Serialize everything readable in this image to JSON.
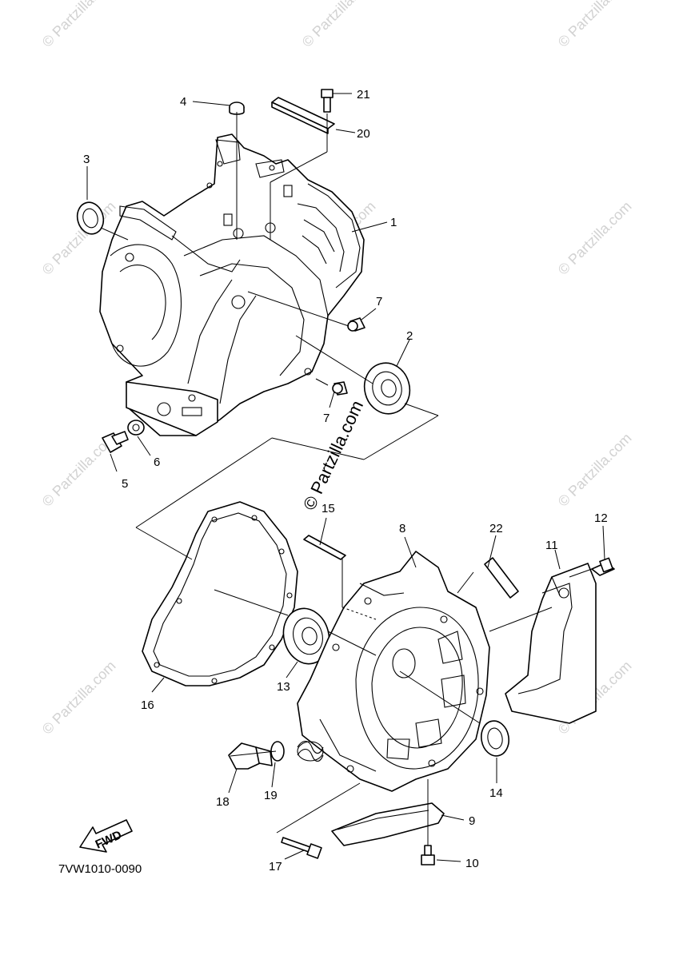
{
  "diagram_code": "7VW1010-0090",
  "watermark_text": "© Partzilla.com",
  "direction_badge": "FWD",
  "callouts": [
    {
      "id": "1",
      "label": "1"
    },
    {
      "id": "2",
      "label": "2"
    },
    {
      "id": "3",
      "label": "3"
    },
    {
      "id": "4",
      "label": "4"
    },
    {
      "id": "5",
      "label": "5"
    },
    {
      "id": "6",
      "label": "6"
    },
    {
      "id": "7a",
      "label": "7"
    },
    {
      "id": "7b",
      "label": "7"
    },
    {
      "id": "8",
      "label": "8"
    },
    {
      "id": "9",
      "label": "9"
    },
    {
      "id": "10",
      "label": "10"
    },
    {
      "id": "11",
      "label": "11"
    },
    {
      "id": "12",
      "label": "12"
    },
    {
      "id": "13",
      "label": "13"
    },
    {
      "id": "14",
      "label": "14"
    },
    {
      "id": "15",
      "label": "15"
    },
    {
      "id": "16",
      "label": "16"
    },
    {
      "id": "17",
      "label": "17"
    },
    {
      "id": "18",
      "label": "18"
    },
    {
      "id": "19",
      "label": "19"
    },
    {
      "id": "20",
      "label": "20"
    },
    {
      "id": "21",
      "label": "21"
    },
    {
      "id": "22",
      "label": "22"
    }
  ]
}
